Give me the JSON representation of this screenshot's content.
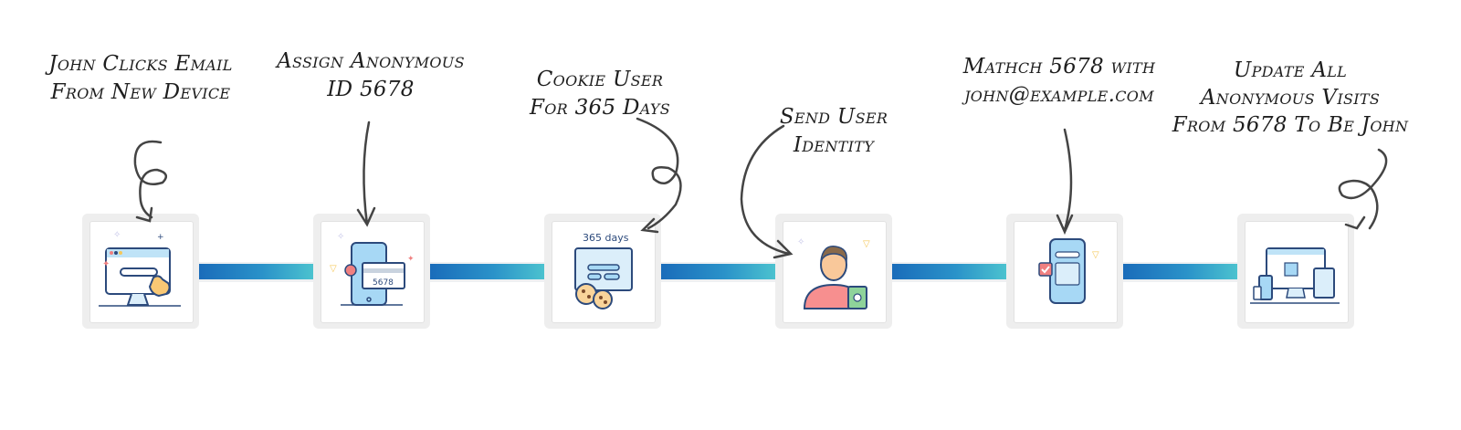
{
  "steps": [
    {
      "label_lines": [
        "John Clicks Email",
        "From New Device"
      ],
      "icon": "desktop-click-icon"
    },
    {
      "label_lines": [
        "Assign Anonymous",
        "ID 5678"
      ],
      "icon": "phone-id-card-icon",
      "card_text": "5678"
    },
    {
      "label_lines": [
        "Cookie User",
        "For 365 Days"
      ],
      "icon": "browser-cookie-icon",
      "badge_text": "365 days"
    },
    {
      "label_lines": [
        "Send User",
        "Identity"
      ],
      "icon": "user-identity-icon"
    },
    {
      "label_lines": [
        "Mathch 5678 with",
        "john@example.com"
      ],
      "icon": "phone-match-icon"
    },
    {
      "label_lines": [
        "Update All",
        "Anonymous Visits",
        "From 5678 To Be John"
      ],
      "icon": "multi-device-icon"
    }
  ],
  "colors": {
    "bar_start": "#1a6cba",
    "bar_end": "#4cc3cf",
    "box_bg": "#eeeeee",
    "arrow": "#444444"
  }
}
